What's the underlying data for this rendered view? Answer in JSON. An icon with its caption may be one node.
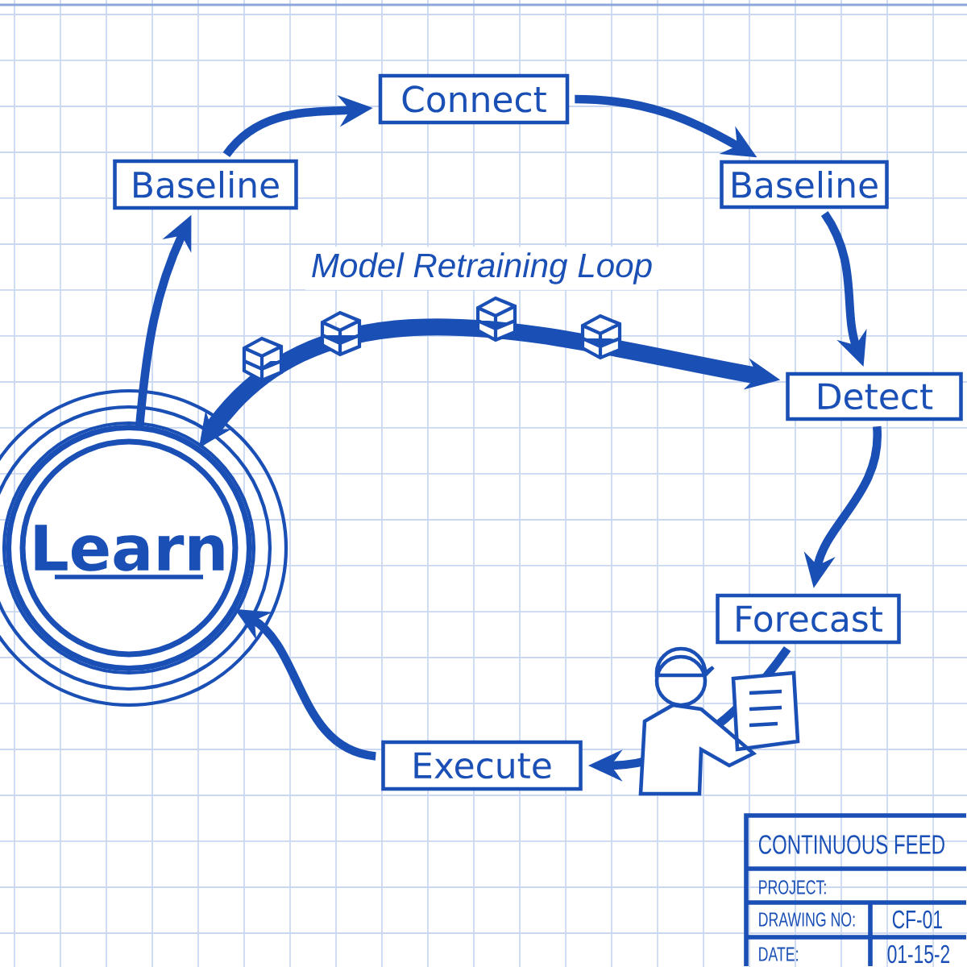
{
  "diagram": {
    "nodes": [
      {
        "text": [
          "Connect"
        ]
      },
      {
        "text": [
          "Baseline"
        ]
      },
      {
        "text": [
          "Detect"
        ]
      },
      {
        "text": [
          "Forecast"
        ]
      },
      {
        "text": [
          "Execute"
        ]
      },
      {
        "text": [
          "Learn"
        ]
      },
      {
        "text": [
          "Baseline"
        ]
      }
    ],
    "edges": [
      {
        "from": 6,
        "to": 0,
        "arrow": "to"
      },
      {
        "from": 0,
        "to": 1,
        "arrow": "to"
      },
      {
        "from": 1,
        "to": 2,
        "arrow": "to"
      },
      {
        "from": 2,
        "to": 3,
        "arrow": "to"
      },
      {
        "from": 3,
        "to": 4,
        "arrow": "to"
      },
      {
        "from": 4,
        "to": 5,
        "arrow": "to"
      },
      {
        "from": 5,
        "to": 6,
        "arrow": "to"
      },
      {
        "from": 5,
        "to": 2,
        "arrow": "both",
        "style": "thick",
        "label": "Model Retraining Loop"
      }
    ],
    "labels": [
      "CONTINUOUS FEED",
      "PROJECT:",
      "DRAWING NO:",
      "CF-01",
      "DATE:",
      "01-15-2"
    ]
  }
}
